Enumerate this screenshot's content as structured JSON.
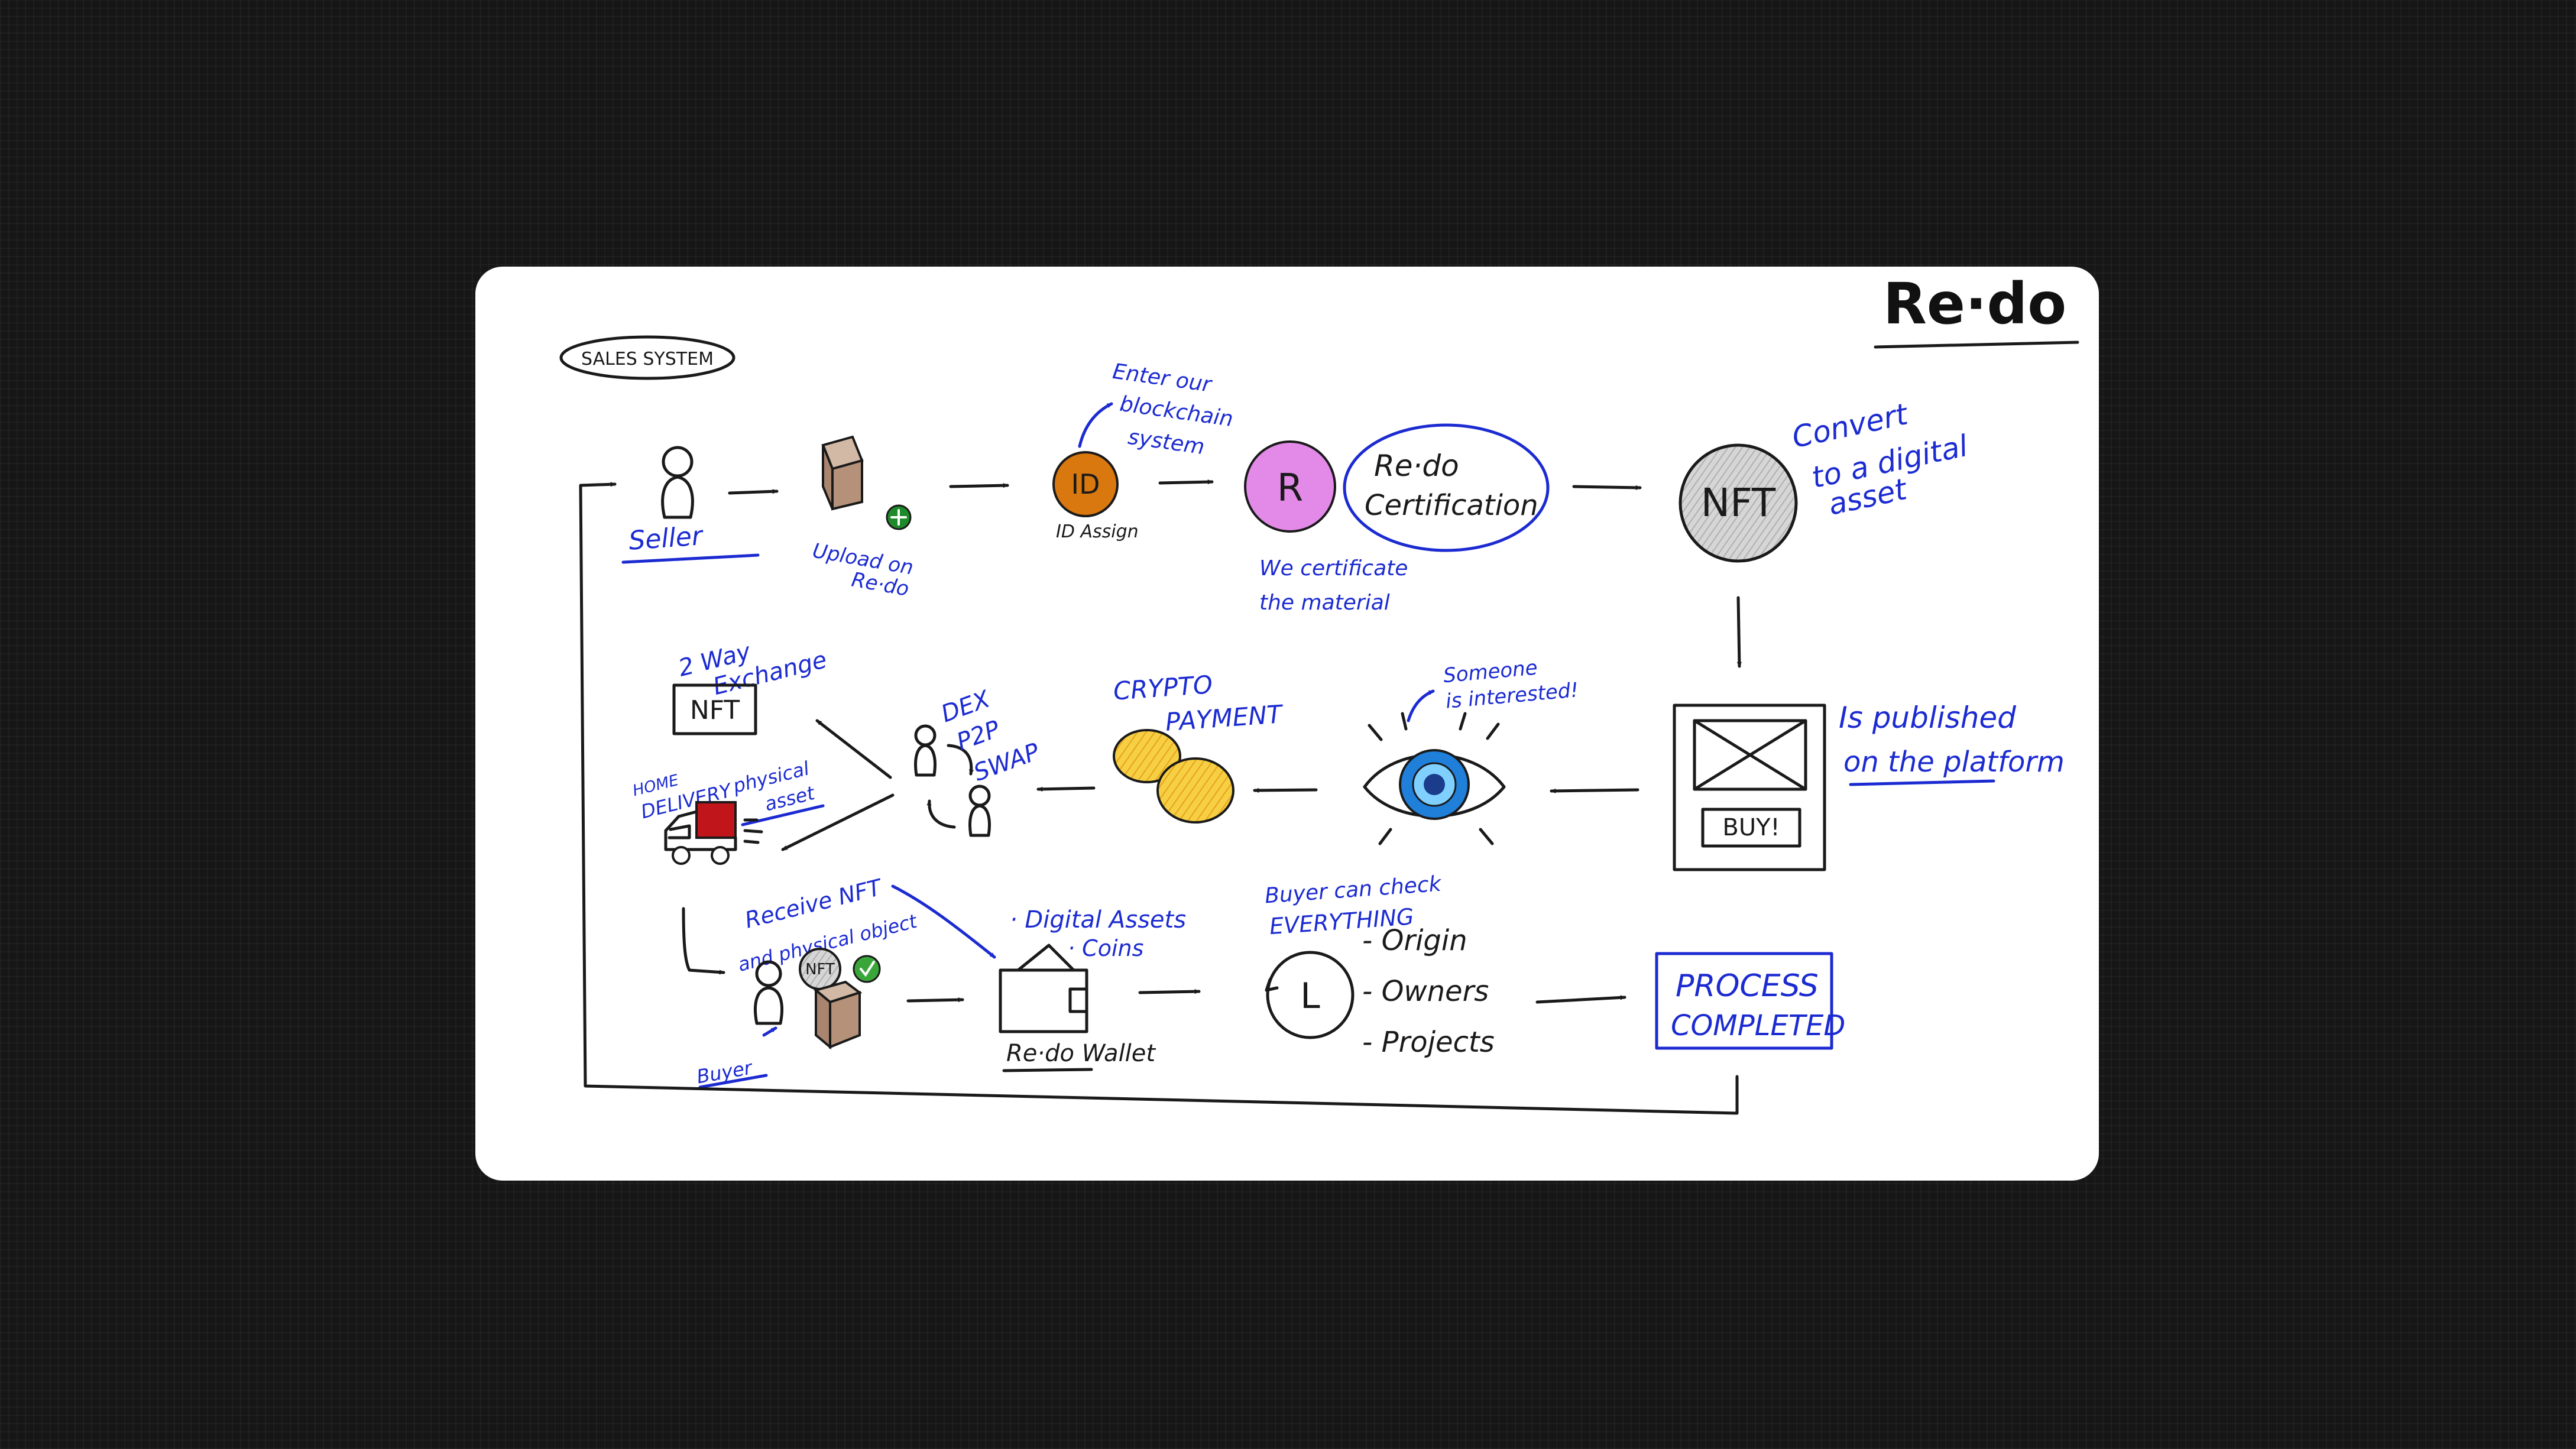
{
  "logo": "Re·do",
  "title": "SALES SYSTEM",
  "labels": {
    "seller": "Seller",
    "upload_line1": "Upload on",
    "upload_line2": "Re·do",
    "id_badge": "ID",
    "id_assign": "ID Assign",
    "enter_line1": "Enter our",
    "enter_line2": "blockchain",
    "enter_line3": "system",
    "r_badge": "R",
    "cert_line1": "Re·do",
    "cert_line2": "Certification",
    "we_cert_line1": "We certificate",
    "we_cert_line2": "the material",
    "nft_main": "NFT",
    "convert_line1": "Convert",
    "convert_line2": "to a digital",
    "convert_line3": "asset",
    "buy": "BUY!",
    "published_line1": "Is published",
    "published_line2": "on the platform",
    "someone_line1": "Someone",
    "someone_line2": "is interested!",
    "crypto_line1": "CRYPTO",
    "crypto_line2": "PAYMENT",
    "dex": "DEX",
    "p2p": "P2P",
    "swap": "SWAP",
    "twoway_line1": "2 Way",
    "twoway_line2": "Exchange",
    "nft_exchange": "NFT",
    "home_line1": "HOME",
    "home_line2": "DELIVERY",
    "physical_line1": "physical",
    "physical_line2": "asset",
    "receive_line1": "Receive NFT",
    "receive_line2": "and physical object",
    "nft_small": "NFT",
    "buyer": "Buyer",
    "digital_assets": "· Digital Assets",
    "coins": "· Coins",
    "wallet": "Re·do Wallet",
    "buyer_check_line1": "Buyer can check",
    "buyer_check_line2": "EVERYTHING",
    "l_badge": "L",
    "origin": "- Origin",
    "owners": "- Owners",
    "projects": "- Projects",
    "process_line1": "PROCESS",
    "process_line2": "COMPLETED"
  },
  "colors": {
    "ink": "#1a1a1a",
    "blue_ink": "#1c2bd1",
    "id_orange": "#d9780f",
    "r_pink": "#e38ae8",
    "coin_yellow": "#f6c63b",
    "eye_blue": "#1f7fd9",
    "box_brown": "#b6917a",
    "delivery_red": "#c0151a",
    "check_green": "#3aa63a",
    "plus_green": "#1f8a2a"
  },
  "icons": [
    "person-icon",
    "box-icon",
    "plus-badge-icon",
    "eye-icon",
    "coin-icon",
    "truck-icon",
    "wallet-icon",
    "check-icon",
    "clock-icon",
    "browser-window-icon"
  ]
}
